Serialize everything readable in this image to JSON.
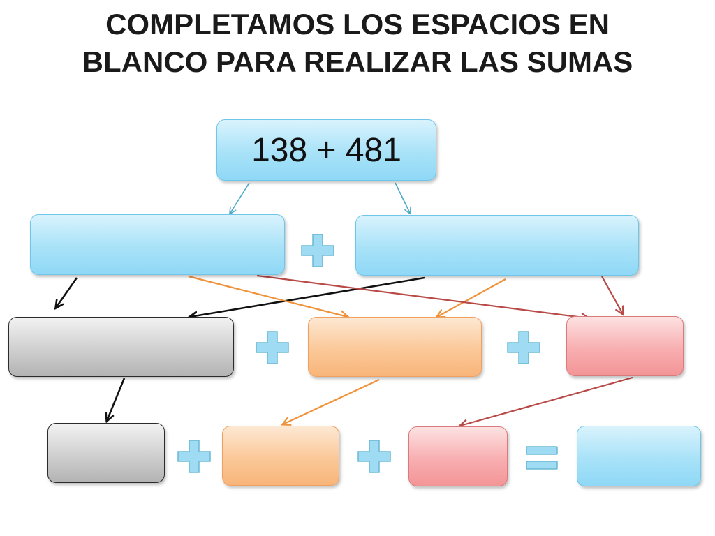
{
  "title": {
    "line1": "COMPLETAMOS LOS ESPACIOS EN",
    "line2": "BLANCO PARA REALIZAR LAS SUMAS"
  },
  "problem": "138 + 481",
  "colors": {
    "blue_fill": "#a8e2f8",
    "gray_fill": "#cfcfcf",
    "orange_fill": "#fbc898",
    "red_fill": "#f8aeb0",
    "operator_fill": "#9fdcf4",
    "arrow_blue": "#4aa8c8",
    "arrow_orange": "#f0923a",
    "arrow_red": "#b84a48",
    "arrow_black": "#111111"
  },
  "operators": [
    "plus",
    "plus",
    "plus",
    "plus",
    "plus",
    "equals"
  ],
  "icons": [
    "plus-sign-icon",
    "equals-sign-icon"
  ]
}
